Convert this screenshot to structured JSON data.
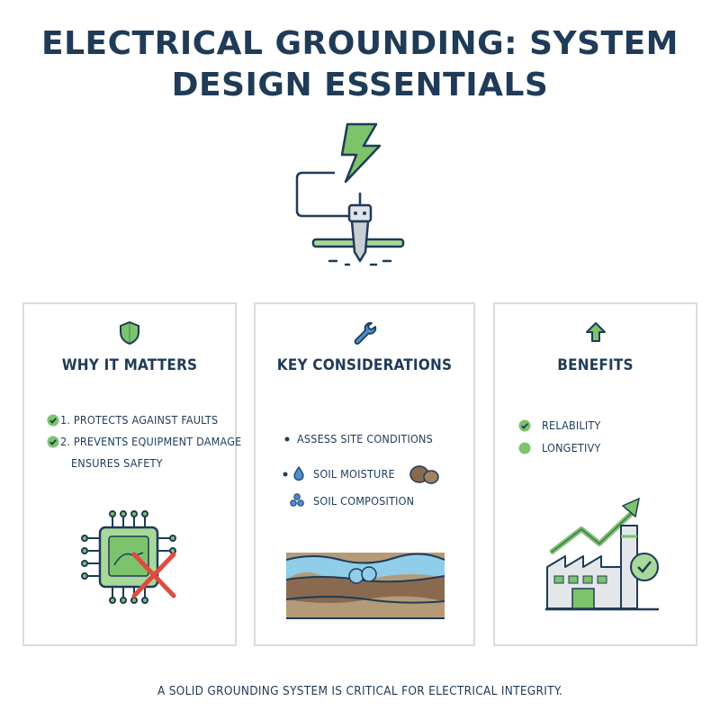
{
  "title_line1": "ELECTRICAL GROUNDING: SYSTEM",
  "title_line2": "DESIGN ESSENTIALS",
  "cards": [
    {
      "title": "WHY IT MATTERS",
      "icon": "shield-icon",
      "items": [
        "1. PROTECTS AGAINST FAULTS",
        "2. PREVENTS EQUIPMENT DAMAGE",
        "ENSURES SAFETY"
      ]
    },
    {
      "title": "KEY CONSIDERATIONS",
      "icon": "wrench-icon",
      "items": [
        "ASSESS SITE CONDITIONS",
        "SOIL MOISTURE",
        "SOIL COMPOSITION"
      ]
    },
    {
      "title": "BENEFITS",
      "icon": "up-arrow-icon",
      "items": [
        "RELABILITY",
        "LONGETIVY"
      ]
    }
  ],
  "footer": "A SOLID GROUNDING SYSTEM IS CRITICAL FOR ELECTRICAL INTEGRITY.",
  "colors": {
    "navy": "#1f3b57",
    "green": "#7cc36b",
    "red": "#e04a3f",
    "blue": "#4a8fd0"
  }
}
